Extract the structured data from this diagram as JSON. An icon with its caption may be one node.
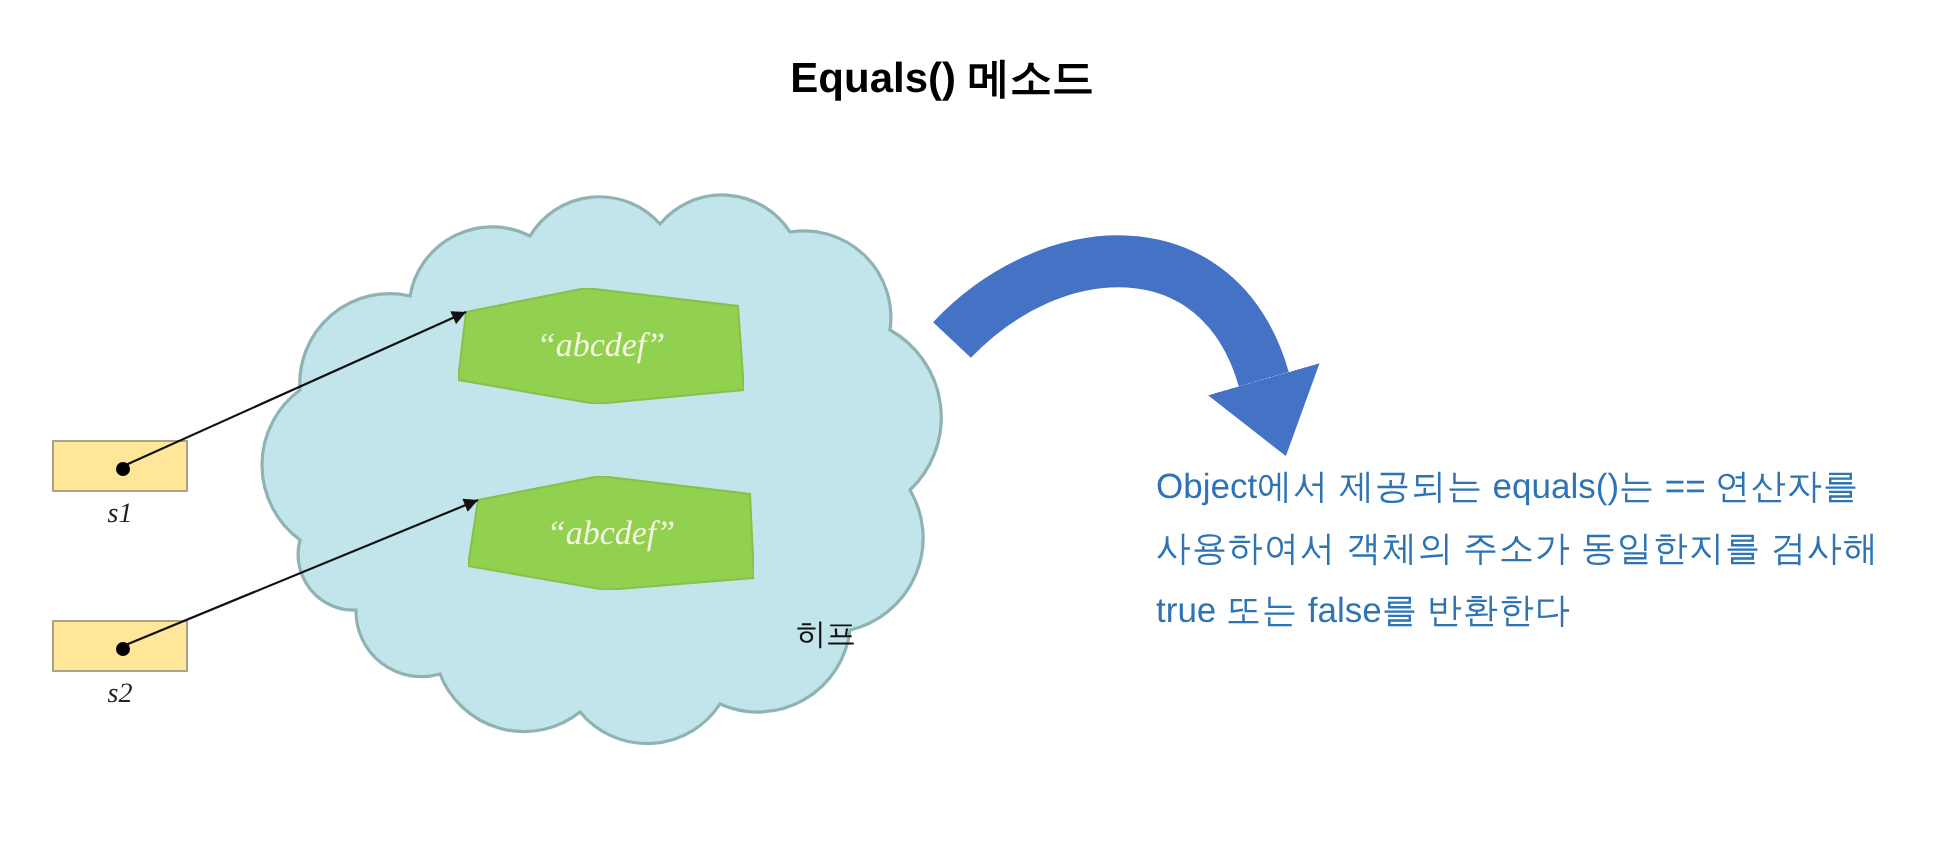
{
  "diagram": {
    "title": "Equals() 메소드",
    "nodes": [
      {
        "text": [
          "히프"
        ]
      },
      {
        "text": [
          "“abcdef”"
        ],
        "in": 0
      },
      {
        "text": [
          "“abcdef”"
        ],
        "in": 0
      },
      {
        "text": [],
        "shape": "box",
        "beside": [
          "s1"
        ]
      },
      {
        "text": [],
        "shape": "circle",
        "in": 3
      },
      {
        "text": [],
        "shape": "box",
        "beside": [
          "s2"
        ]
      },
      {
        "text": [],
        "shape": "circle",
        "in": 5
      },
      {
        "text": [
          "Object에서 제공되는 equals()는 == 연산자를 사용하여서 객체의 주소가 동일한지를 검사해 true 또는 false를 반환한다"
        ]
      }
    ],
    "edges": [
      {
        "from": 4,
        "to": 1,
        "arrow": "to"
      },
      {
        "from": 6,
        "to": 2,
        "arrow": "to"
      },
      {
        "from": 0,
        "to": 7,
        "arrow": "to",
        "style": "thick",
        "color": "#4472c4"
      }
    ]
  }
}
